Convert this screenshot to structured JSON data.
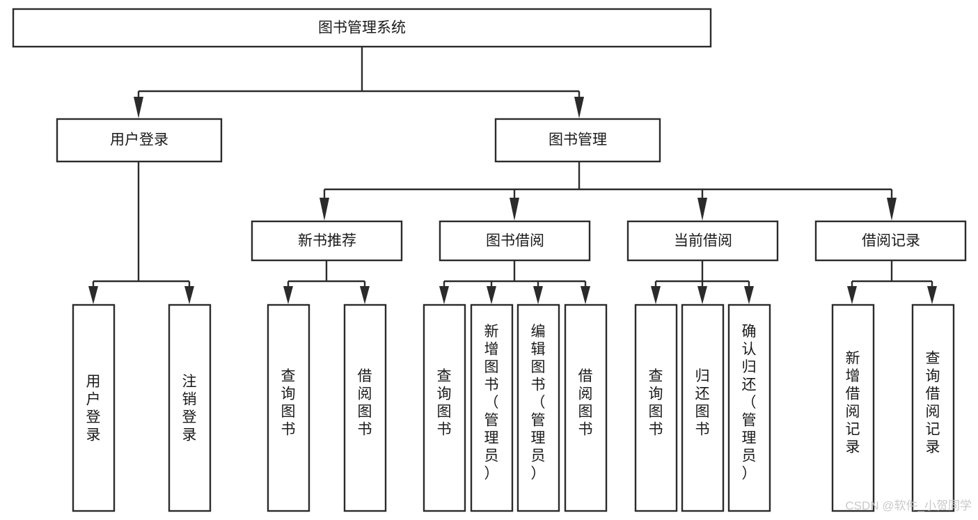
{
  "diagram": {
    "title": "图书管理系统",
    "type": "tree-hierarchy",
    "orientation": "top-down",
    "root": {
      "id": "root",
      "label": "图书管理系统",
      "text_orientation": "horizontal"
    },
    "level1": [
      {
        "id": "user-login",
        "label": "用户登录",
        "text_orientation": "horizontal"
      },
      {
        "id": "book-manage",
        "label": "图书管理",
        "text_orientation": "horizontal"
      }
    ],
    "level2": [
      {
        "id": "new-book-rec",
        "label": "新书推荐",
        "parent": "book-manage",
        "text_orientation": "horizontal"
      },
      {
        "id": "book-borrow",
        "label": "图书借阅",
        "parent": "book-manage",
        "text_orientation": "horizontal"
      },
      {
        "id": "current-borrow",
        "label": "当前借阅",
        "parent": "book-manage",
        "text_orientation": "horizontal"
      },
      {
        "id": "borrow-record",
        "label": "借阅记录",
        "parent": "book-manage",
        "text_orientation": "horizontal"
      }
    ],
    "leaves": [
      {
        "id": "leaf-user-login",
        "label": "用户登录",
        "parent": "user-login",
        "text_orientation": "vertical"
      },
      {
        "id": "leaf-user-logout",
        "label": "注销登录",
        "parent": "user-login",
        "text_orientation": "vertical"
      },
      {
        "id": "leaf-rec-query-book",
        "label": "查询图书",
        "parent": "new-book-rec",
        "text_orientation": "vertical"
      },
      {
        "id": "leaf-rec-borrow-book",
        "label": "借阅图书",
        "parent": "new-book-rec",
        "text_orientation": "vertical"
      },
      {
        "id": "leaf-borrow-query-book",
        "label": "查询图书",
        "parent": "book-borrow",
        "text_orientation": "vertical"
      },
      {
        "id": "leaf-borrow-add-book",
        "label": "新增图书（管理员）",
        "parent": "book-borrow",
        "text_orientation": "vertical"
      },
      {
        "id": "leaf-borrow-edit-book",
        "label": "编辑图书（管理员）",
        "parent": "book-borrow",
        "text_orientation": "vertical"
      },
      {
        "id": "leaf-borrow-borrow-book",
        "label": "借阅图书",
        "parent": "book-borrow",
        "text_orientation": "vertical"
      },
      {
        "id": "leaf-cur-query-book",
        "label": "查询图书",
        "parent": "current-borrow",
        "text_orientation": "vertical"
      },
      {
        "id": "leaf-cur-return-book",
        "label": "归还图书",
        "parent": "current-borrow",
        "text_orientation": "vertical"
      },
      {
        "id": "leaf-cur-confirm-return",
        "label": "确认归还（管理员）",
        "parent": "current-borrow",
        "text_orientation": "vertical"
      },
      {
        "id": "leaf-rec-add-record",
        "label": "新增借阅记录",
        "parent": "borrow-record",
        "text_orientation": "vertical"
      },
      {
        "id": "leaf-rec-query-record",
        "label": "查询借阅记录",
        "parent": "borrow-record",
        "text_orientation": "vertical"
      }
    ]
  },
  "watermark": {
    "text": "CSDN @软件_小贺同学"
  },
  "colors": {
    "background": "#ffffff",
    "box_fill": "#ffffff",
    "box_stroke": "#2b2b2b",
    "text": "#1a1a1a",
    "watermark": "#c9c9c9"
  }
}
